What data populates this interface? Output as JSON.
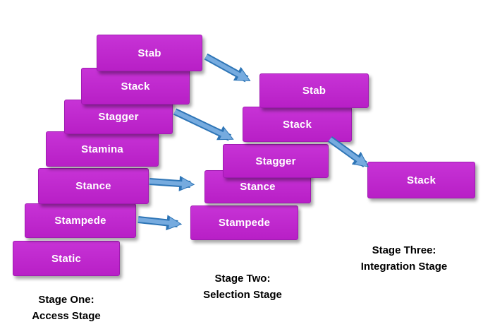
{
  "diagram_title": "Three stage word flow diagram",
  "colors": {
    "node_fill": "#be2bcb",
    "node_border": "#a01ab2",
    "arrow_fill": "#76abdf",
    "arrow_outline": "#2e75b6",
    "label_text": "#000000",
    "node_text": "#ffffff"
  },
  "stage_one": {
    "label_line1": "Stage One:",
    "label_line2": "Access Stage",
    "boxes": [
      "Stab",
      "Stack",
      "Stagger",
      "Stamina",
      "Stance",
      "Stampede",
      "Static"
    ]
  },
  "stage_two": {
    "label_line1": "Stage Two:",
    "label_line2": "Selection Stage",
    "boxes": [
      "Stab",
      "Stack",
      "Stagger",
      "Stance",
      "Stampede"
    ]
  },
  "stage_three": {
    "label_line1": "Stage Three:",
    "label_line2": "Integration Stage",
    "boxes": [
      "Stack"
    ]
  },
  "arrows": [
    {
      "name": "stab-to-stab"
    },
    {
      "name": "stagger-to-stack"
    },
    {
      "name": "stance-to-stance"
    },
    {
      "name": "stampede-to-stampede"
    },
    {
      "name": "stack-to-stack"
    }
  ]
}
